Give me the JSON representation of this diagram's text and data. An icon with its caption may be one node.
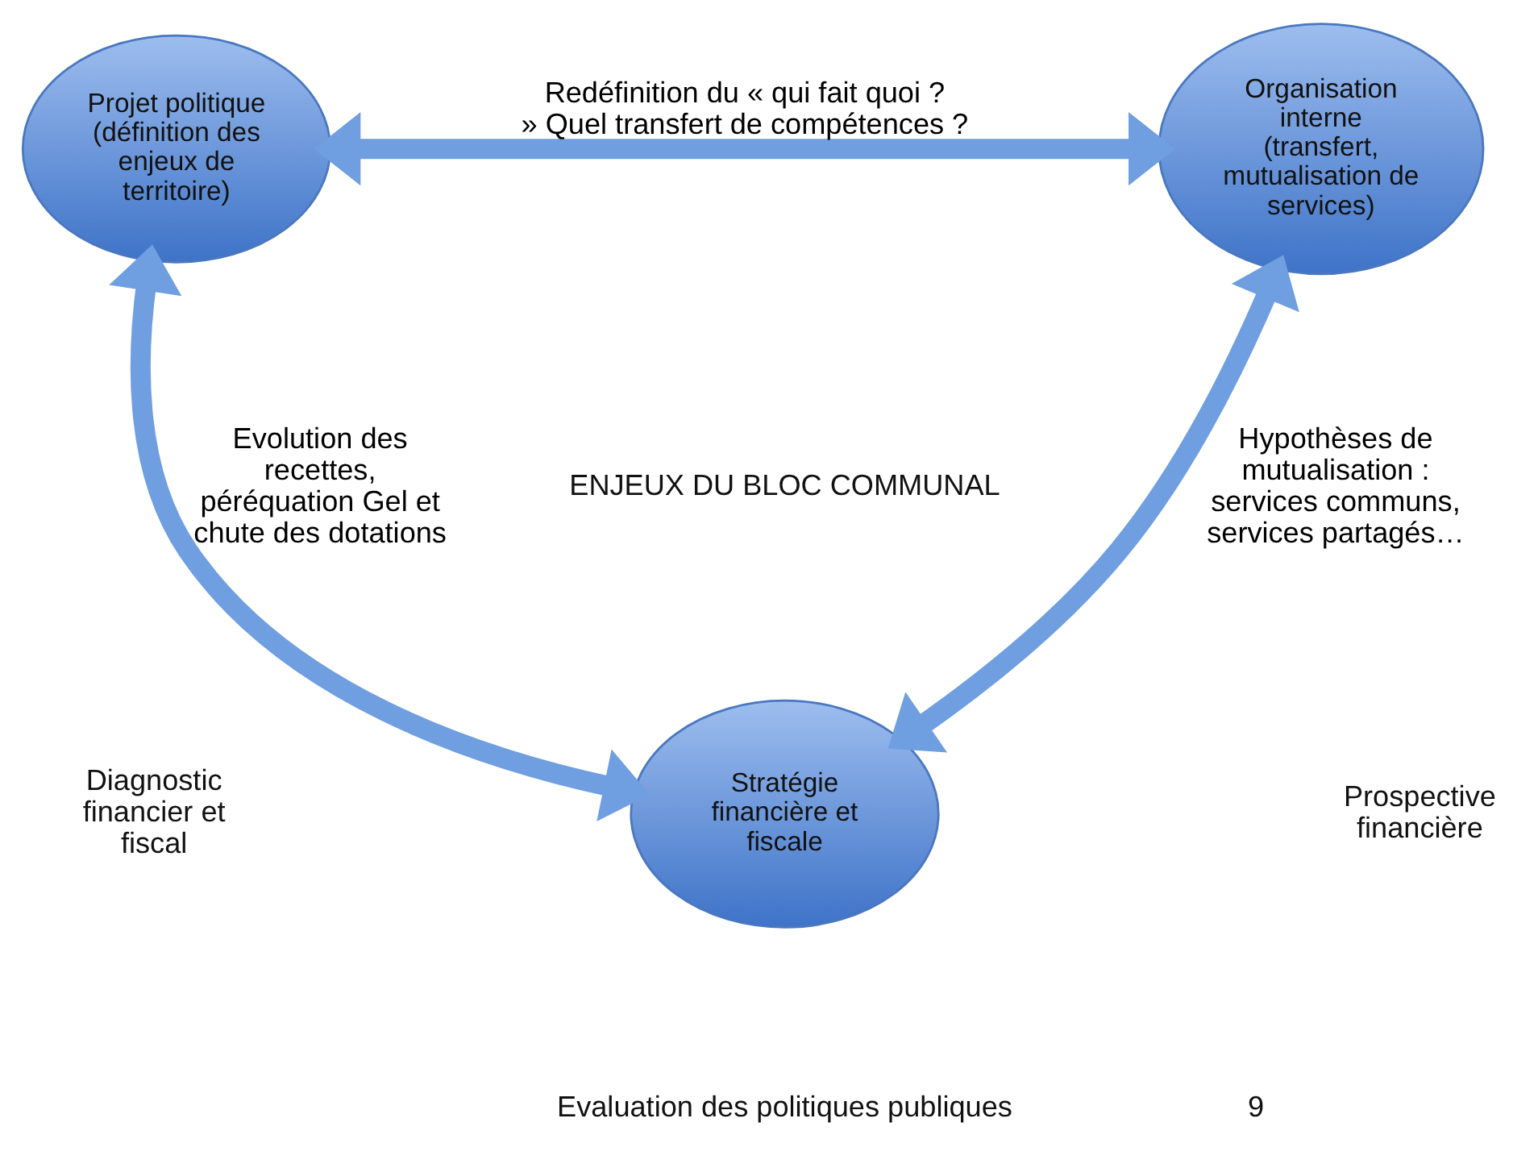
{
  "diagram": {
    "nodes": [
      {
        "text": [
          "Projet politique (définition des enjeux de territoire)"
        ]
      },
      {
        "text": [
          "Organisation interne (transfert, mutualisation de services)"
        ]
      },
      {
        "text": [
          "Stratégie financière et fiscale"
        ]
      }
    ],
    "edges": [
      {
        "from": 0,
        "to": 1,
        "arrow": "both",
        "label": "Redéfinition du « qui fait quoi ? » Quel transfert de compétences ?"
      },
      {
        "from": 0,
        "to": 2,
        "arrow": "both",
        "label": "Evolution des recettes, péréquation Gel et chute des dotations"
      },
      {
        "from": 1,
        "to": 2,
        "arrow": "both",
        "label": "Hypothèses de mutualisation : services communs, services partagés…"
      }
    ],
    "labels": [
      "ENJEUX DU BLOC COMMUNAL",
      "Diagnostic financier et fiscal",
      "Prospective financière",
      "Evaluation des politiques publiques",
      "9"
    ]
  }
}
